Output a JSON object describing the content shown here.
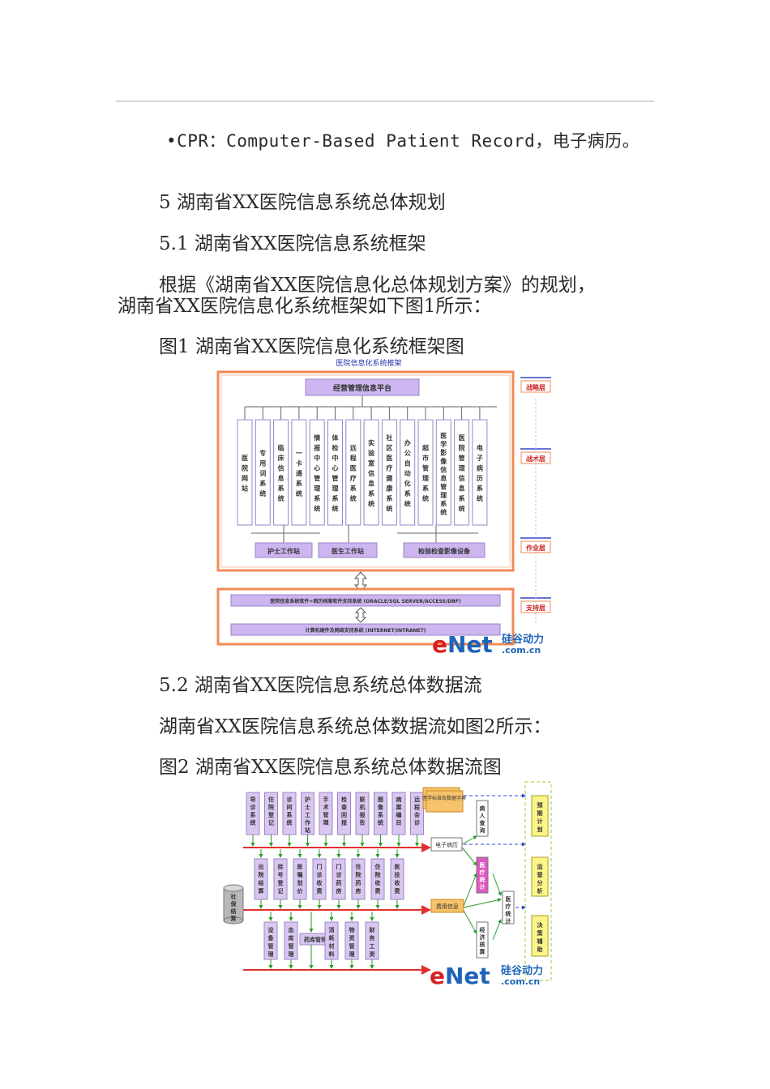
{
  "doc": {
    "cpr_line": "•CPR：Computer-Based Patient Record，电子病历。",
    "section5": "5 湖南省XX医院信息系统总体规划",
    "section51": "5.1 湖南省XX医院信息系统框架",
    "para1_a": "根据《湖南省XX医院信息化总体规划方案》的规划，",
    "para1_b": "湖南省XX医院信息化系统框架如下图1所示：",
    "fig1_caption": "图1 湖南省XX医院信息化系统框架图",
    "section52": "5.2 湖南省XX医院信息系统总体数据流",
    "para2": "湖南省XX医院信息系统总体数据流如图2所示：",
    "fig2_caption": "图2 湖南省XX医院信息系统总体数据流图"
  },
  "fig1": {
    "title": "医院信息化系统框架",
    "platform": "经营管理信息平台",
    "systems": [
      "医院网站",
      "专用词系统",
      "临床信息系统",
      "一卡通系统",
      "情报中心管理系统",
      "体检中心管理系统",
      "远程医疗系统",
      "实验室信息系统",
      "社区医疗健康系统",
      "办公自动化系统",
      "超市管理系统",
      "医学影像信息管理系统",
      "医院管理信息系统",
      "电子病历系统"
    ],
    "workstations": [
      "护士工作站",
      "医生工作站",
      "检验检查影像设备"
    ],
    "support_bar1": "医院信息系统软件+病历档案软件支持系统 (ORACLE/SQL SERVER/ACCESS/DBF)",
    "support_bar2": "计算机硬件及网络支持系统 (INTERNET/INTRANET)",
    "layers": [
      "战略层",
      "战术层",
      "作业层",
      "支持层"
    ],
    "colors": {
      "frame": "#f28a57",
      "bar": "#cdb6f0",
      "layer_text": "#cc2222"
    }
  },
  "fig2": {
    "top_modules": [
      "导诊系统",
      "住院登记",
      "诊间系统",
      "护士工作站",
      "手术管理",
      "检查回报",
      "联机报告",
      "图像系统",
      "病案编目",
      "远程会诊"
    ],
    "mid_modules": [
      "出院结算",
      "挂号登记",
      "医嘱划价",
      "门诊收费",
      "门诊药房",
      "住院药房",
      "住院收费",
      "医技收费"
    ],
    "bottom_modules": [
      "设备管理",
      "血库管理",
      "药库管理",
      "消耗材料",
      "物资管理",
      "财务工资"
    ],
    "social": "社保结算",
    "center_boxes": [
      "医学标准及数据字典",
      "电子病历",
      "费用信息"
    ],
    "right_small": [
      "病人查询",
      "医疗统计",
      "医疗统计",
      "经济核算"
    ],
    "decision": [
      "预期计划",
      "运营分析",
      "决策辅助"
    ],
    "colors": {
      "module": "#d9c7f0",
      "arrow": "#e03030",
      "green": "#2a9a2a",
      "blue": "#3344cc"
    }
  },
  "watermark": {
    "brand": "eNet",
    "cn": "硅谷动力",
    "domain": ".com.cn"
  }
}
